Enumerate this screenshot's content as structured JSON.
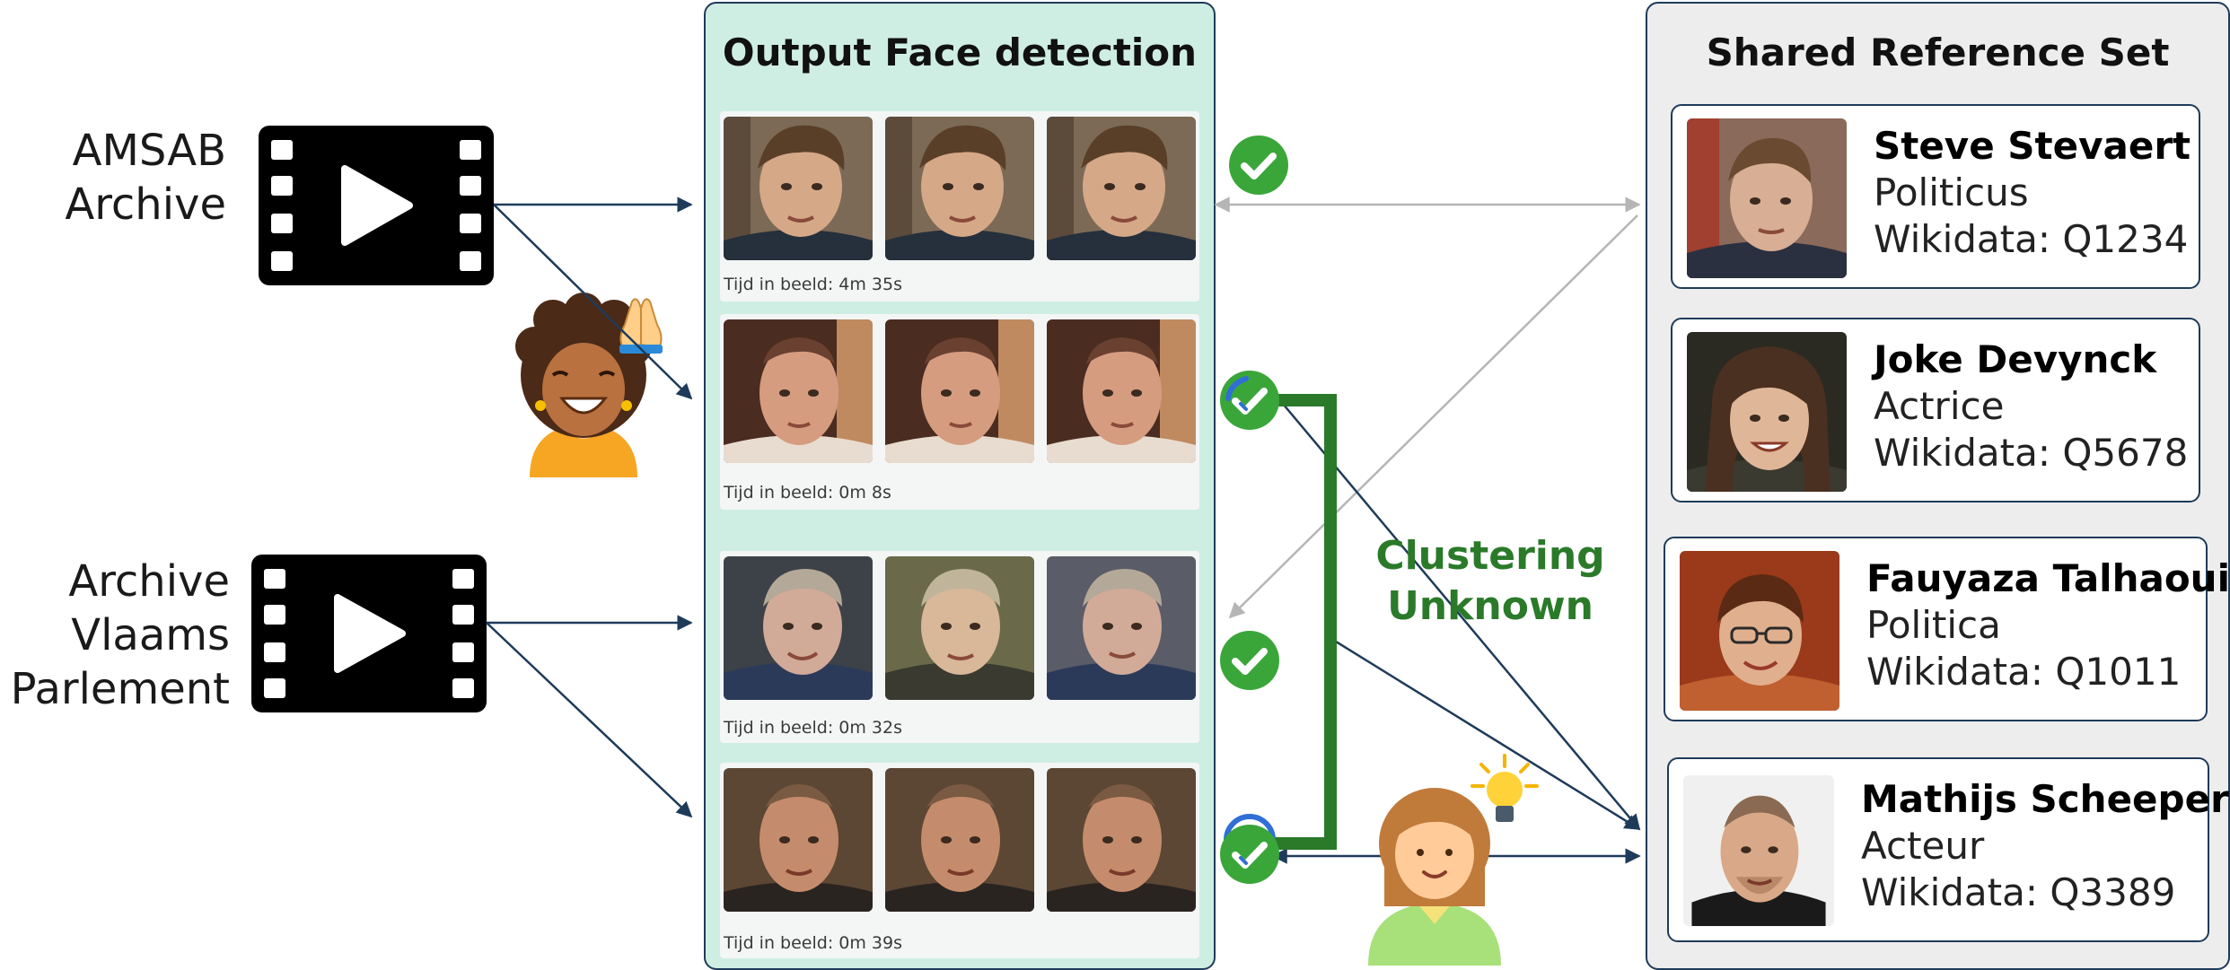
{
  "sources": [
    {
      "label_lines": [
        "AMSAB",
        "Archive"
      ],
      "icon": "video-play-icon"
    },
    {
      "label_lines": [
        "Archive",
        "Vlaams",
        "Parlement"
      ],
      "icon": "video-play-icon"
    }
  ],
  "detection": {
    "title": "Output Face detection",
    "tracks": [
      {
        "caption": "Tijd in beeld: 4m 35s",
        "status": "check-icon",
        "status_color": "#3aa63a"
      },
      {
        "caption": "Tijd in beeld: 0m 8s",
        "status": "check-icon",
        "status_color": "#3aa63a"
      },
      {
        "caption": "Tijd in beeld: 0m 32s",
        "status": "check-icon",
        "status_color": "#3aa63a"
      },
      {
        "caption": "Tijd in beeld: 0m 39s",
        "status": "check-icon",
        "status_color": "#3aa63a"
      }
    ]
  },
  "clustering": {
    "label_lines": [
      "Clustering",
      "Unknown"
    ],
    "color": "#2a7a2a"
  },
  "reference": {
    "title": "Shared Reference Set",
    "people": [
      {
        "name": "Steve Stevaert",
        "role": "Politicus",
        "wikidata": "Wikidata: Q1234"
      },
      {
        "name": "Joke Devynck",
        "role": "Actrice",
        "wikidata": "Wikidata: Q5678"
      },
      {
        "name": "Fauyaza Talhaoui",
        "role": "Politica",
        "wikidata": "Wikidata: Q1011"
      },
      {
        "name": "Mathijs Scheepers",
        "role": "Acteur",
        "wikidata": "Wikidata: Q3389"
      }
    ]
  },
  "icons": {
    "annotator_volunteer": "annotator-praying-icon",
    "annotator_expert": "annotator-idea-icon",
    "colors": {
      "arrow": "#1f3b5a",
      "grey_arrow": "#b5b5b5",
      "cluster_bracket": "#2a7a2a",
      "check": "#3aa63a",
      "badge_blue": "#2f6fd6"
    }
  }
}
